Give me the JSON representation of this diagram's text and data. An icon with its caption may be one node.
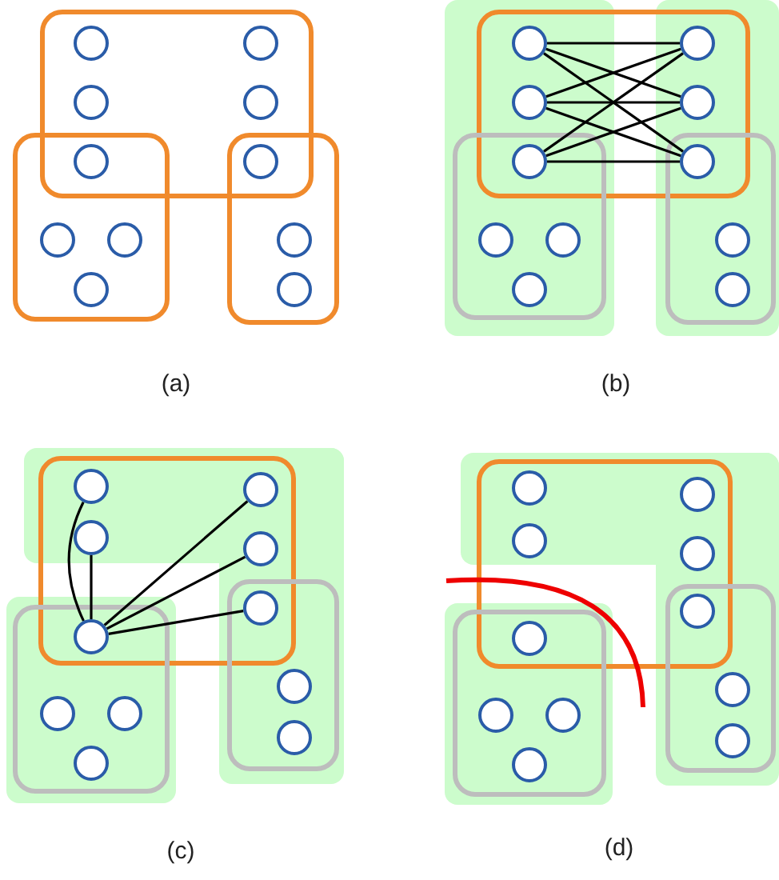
{
  "diagram": {
    "nodes": [
      {
        "text": [],
        "shape": "box"
      },
      {
        "text": [],
        "shape": "box"
      },
      {
        "text": [],
        "shape": "box"
      },
      {
        "text": [],
        "shape": "circle",
        "in": 0
      },
      {
        "text": [],
        "shape": "circle",
        "in": 0
      },
      {
        "text": [],
        "shape": "circle",
        "in": 0
      },
      {
        "text": [],
        "shape": "circle",
        "in": 0
      },
      {
        "text": [],
        "shape": "circle"
      },
      {
        "text": [],
        "shape": "circle"
      },
      {
        "text": [],
        "shape": "circle",
        "in": 1
      },
      {
        "text": [],
        "shape": "circle",
        "in": 1
      },
      {
        "text": [],
        "shape": "circle",
        "in": 2
      },
      {
        "text": [],
        "shape": "circle",
        "in": 1
      },
      {
        "text": [],
        "shape": "circle",
        "in": 2
      },
      {
        "text": [],
        "shape": "box"
      },
      {
        "text": [],
        "shape": "box"
      },
      {
        "text": [],
        "shape": "box"
      },
      {
        "text": [],
        "shape": "circle",
        "in": 14
      },
      {
        "text": [],
        "shape": "circle",
        "in": 14
      },
      {
        "text": [],
        "shape": "circle",
        "in": 14
      },
      {
        "text": [],
        "shape": "circle",
        "in": 14
      },
      {
        "text": [],
        "shape": "circle"
      },
      {
        "text": [],
        "shape": "circle"
      },
      {
        "text": [],
        "shape": "circle",
        "in": 15
      },
      {
        "text": [],
        "shape": "circle",
        "in": 15
      },
      {
        "text": [],
        "shape": "circle",
        "in": 16
      },
      {
        "text": [],
        "shape": "circle",
        "in": 15
      },
      {
        "text": [],
        "shape": "circle",
        "in": 16
      },
      {
        "text": [],
        "shape": "box"
      },
      {
        "text": [],
        "shape": "box"
      },
      {
        "text": [],
        "shape": "box"
      },
      {
        "text": [],
        "shape": "circle",
        "in": 28
      },
      {
        "text": [],
        "shape": "circle",
        "in": 28
      },
      {
        "text": [],
        "shape": "circle",
        "in": 28
      },
      {
        "text": [],
        "shape": "circle",
        "in": 28
      },
      {
        "text": [],
        "shape": "circle"
      },
      {
        "text": [],
        "shape": "circle"
      },
      {
        "text": [],
        "shape": "circle",
        "in": 29
      },
      {
        "text": [],
        "shape": "circle",
        "in": 29
      },
      {
        "text": [],
        "shape": "circle",
        "in": 30
      },
      {
        "text": [],
        "shape": "circle",
        "in": 29
      },
      {
        "text": [],
        "shape": "circle",
        "in": 30
      },
      {
        "text": [],
        "shape": "box"
      },
      {
        "text": [],
        "shape": "box"
      },
      {
        "text": [],
        "shape": "box"
      },
      {
        "text": [],
        "shape": "circle",
        "in": 42
      },
      {
        "text": [],
        "shape": "circle",
        "in": 42
      },
      {
        "text": [],
        "shape": "circle",
        "in": 42
      },
      {
        "text": [],
        "shape": "circle",
        "in": 42
      },
      {
        "text": [],
        "shape": "circle"
      },
      {
        "text": [],
        "shape": "circle"
      },
      {
        "text": [],
        "shape": "circle",
        "in": 44
      },
      {
        "text": [],
        "shape": "circle",
        "in": 43
      },
      {
        "text": [],
        "shape": "circle",
        "in": 43
      },
      {
        "text": [],
        "shape": "circle",
        "in": 44
      },
      {
        "text": [],
        "shape": "circle",
        "in": 43
      }
    ],
    "edges": [
      {
        "from": 17,
        "to": 18,
        "arrow": "none"
      },
      {
        "from": 17,
        "to": 20,
        "arrow": "none"
      },
      {
        "from": 17,
        "to": 22,
        "arrow": "none"
      },
      {
        "from": 19,
        "to": 18,
        "arrow": "none"
      },
      {
        "from": 19,
        "to": 20,
        "arrow": "none"
      },
      {
        "from": 19,
        "to": 22,
        "arrow": "none"
      },
      {
        "from": 21,
        "to": 18,
        "arrow": "none"
      },
      {
        "from": 21,
        "to": 20,
        "arrow": "none"
      },
      {
        "from": 21,
        "to": 22,
        "arrow": "none"
      },
      {
        "from": 36,
        "to": 31,
        "arrow": "none"
      },
      {
        "from": 36,
        "to": 33,
        "arrow": "none"
      },
      {
        "from": 36,
        "to": 32,
        "arrow": "none"
      },
      {
        "from": 36,
        "to": 34,
        "arrow": "none"
      },
      {
        "from": 36,
        "to": 35,
        "arrow": "none"
      }
    ],
    "labels": [
      "(a)",
      "(b)",
      "(c)",
      "(d)"
    ]
  }
}
